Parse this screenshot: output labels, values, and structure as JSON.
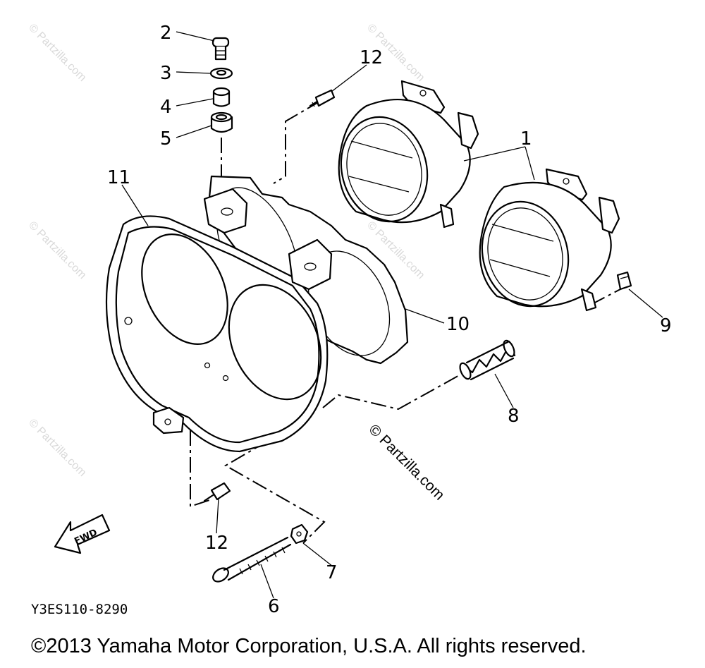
{
  "callouts": {
    "c1": "1",
    "c2": "2",
    "c3": "3",
    "c4": "4",
    "c5": "5",
    "c6": "6",
    "c7": "7",
    "c8": "8",
    "c9": "9",
    "c10": "10",
    "c11": "11",
    "c12a": "12",
    "c12b": "12"
  },
  "diagram_code": "Y3ES110-8290",
  "fwd_label": "FWD",
  "watermark": "© Partzilla.com",
  "copyright": "©2013 Yamaha Motor Corporation, U.S.A. All rights reserved."
}
